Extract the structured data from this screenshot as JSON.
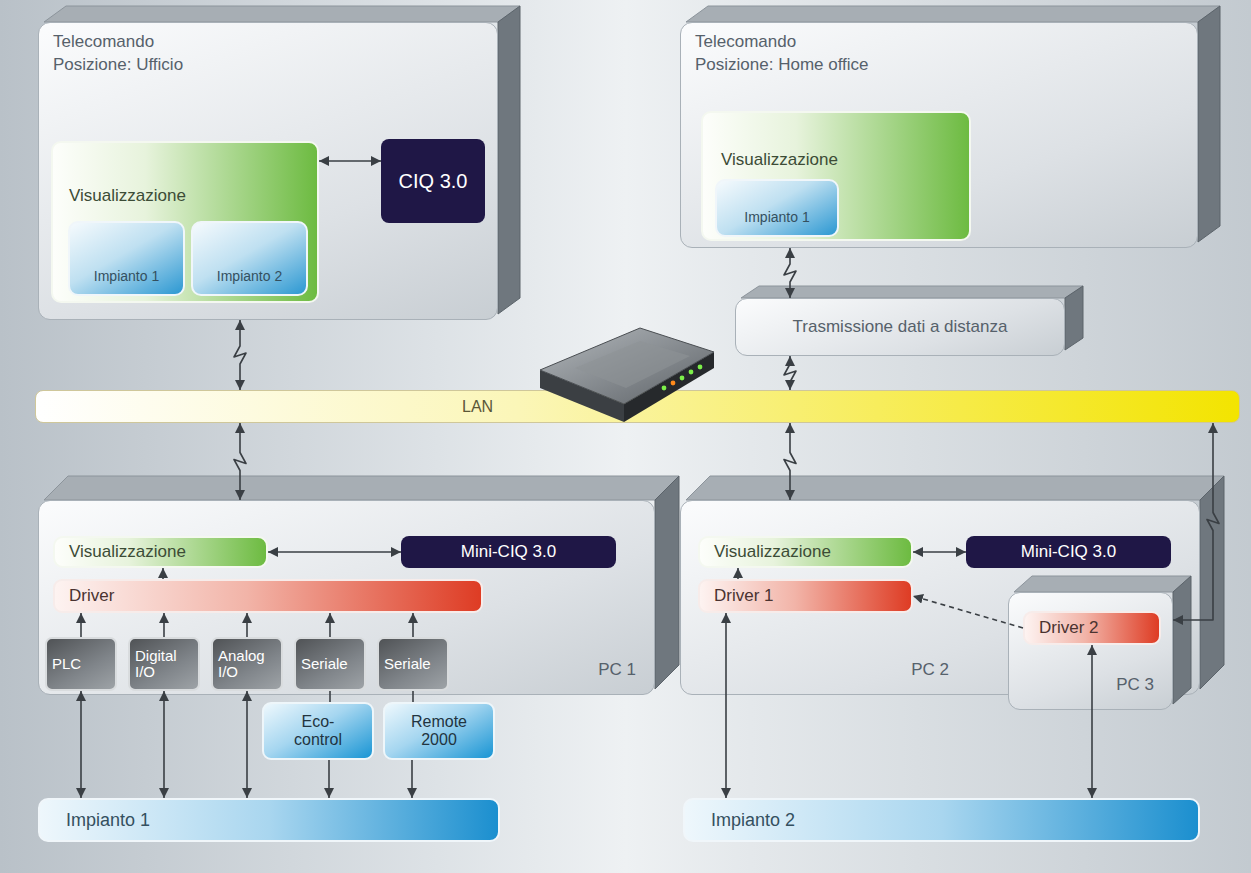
{
  "diagram": {
    "nodes": [
      {
        "text": [
          "Telecomando",
          "Posizione: Ufficio"
        ]
      },
      {
        "text": [
          "Visualizzazione"
        ],
        "in": 0
      },
      {
        "text": [
          "Impianto 1"
        ],
        "in": 1
      },
      {
        "text": [
          "Impianto 2"
        ],
        "in": 1
      },
      {
        "text": [
          "CIQ 3.0"
        ],
        "in": 0
      },
      {
        "text": [
          "Telecomando",
          "Posizione: Home office"
        ]
      },
      {
        "text": [
          "Visualizzazione"
        ],
        "in": 5
      },
      {
        "text": [
          "Impianto 1"
        ],
        "in": 6
      },
      {
        "text": [
          "Trasmissione dati a distanza"
        ]
      },
      {
        "text": [
          "LAN"
        ]
      },
      {
        "text": [
          "PC 1"
        ]
      },
      {
        "text": [
          "Visualizzazione"
        ],
        "in": 10
      },
      {
        "text": [
          "Mini-CIQ 3.0"
        ],
        "in": 10
      },
      {
        "text": [
          "Driver"
        ],
        "in": 10
      },
      {
        "text": [
          "PLC"
        ],
        "in": 10
      },
      {
        "text": [
          "Digital I/O"
        ],
        "in": 10
      },
      {
        "text": [
          "Analog I/O"
        ],
        "in": 10
      },
      {
        "text": [
          "Seriale"
        ],
        "in": 10
      },
      {
        "text": [
          "Seriale"
        ],
        "in": 10
      },
      {
        "text": [
          "Eco-control"
        ]
      },
      {
        "text": [
          "Remote 2000"
        ]
      },
      {
        "text": [
          "PC 2"
        ]
      },
      {
        "text": [
          "Visualizzazione"
        ],
        "in": 21
      },
      {
        "text": [
          "Mini-CIQ 3.0"
        ],
        "in": 21
      },
      {
        "text": [
          "Driver 1"
        ],
        "in": 21
      },
      {
        "text": [
          "PC 3"
        ]
      },
      {
        "text": [
          "Driver 2"
        ],
        "in": 25
      },
      {
        "text": [
          "Impianto 1"
        ]
      },
      {
        "text": [
          "Impianto 2"
        ]
      }
    ],
    "edges": [
      {
        "from": 1,
        "to": 4,
        "arrow": "both"
      },
      {
        "from": 0,
        "to": 9,
        "arrow": "both"
      },
      {
        "from": 10,
        "to": 9,
        "arrow": "both"
      },
      {
        "from": 5,
        "to": 8,
        "arrow": "both"
      },
      {
        "from": 8,
        "to": 9,
        "arrow": "both"
      },
      {
        "from": 21,
        "to": 9,
        "arrow": "both"
      },
      {
        "from": 25,
        "to": 9,
        "arrow": "both"
      },
      {
        "from": 11,
        "to": 12,
        "arrow": "both"
      },
      {
        "from": 13,
        "to": 11,
        "arrow": "to"
      },
      {
        "from": 14,
        "to": 13,
        "arrow": "to"
      },
      {
        "from": 15,
        "to": 13,
        "arrow": "to"
      },
      {
        "from": 16,
        "to": 13,
        "arrow": "to"
      },
      {
        "from": 17,
        "to": 13,
        "arrow": "to"
      },
      {
        "from": 18,
        "to": 13,
        "arrow": "to"
      },
      {
        "from": 14,
        "to": 27,
        "arrow": "both"
      },
      {
        "from": 15,
        "to": 27,
        "arrow": "both"
      },
      {
        "from": 16,
        "to": 27,
        "arrow": "both"
      },
      {
        "from": 17,
        "to": 19,
        "arrow": "none"
      },
      {
        "from": 19,
        "to": 27,
        "arrow": "to"
      },
      {
        "from": 18,
        "to": 20,
        "arrow": "none"
      },
      {
        "from": 20,
        "to": 27,
        "arrow": "to"
      },
      {
        "from": 22,
        "to": 23,
        "arrow": "both"
      },
      {
        "from": 24,
        "to": 22,
        "arrow": "to"
      },
      {
        "from": 24,
        "to": 28,
        "arrow": "both"
      },
      {
        "from": 26,
        "to": 24,
        "arrow": "to"
      },
      {
        "from": 26,
        "to": 28,
        "arrow": "both"
      }
    ]
  }
}
